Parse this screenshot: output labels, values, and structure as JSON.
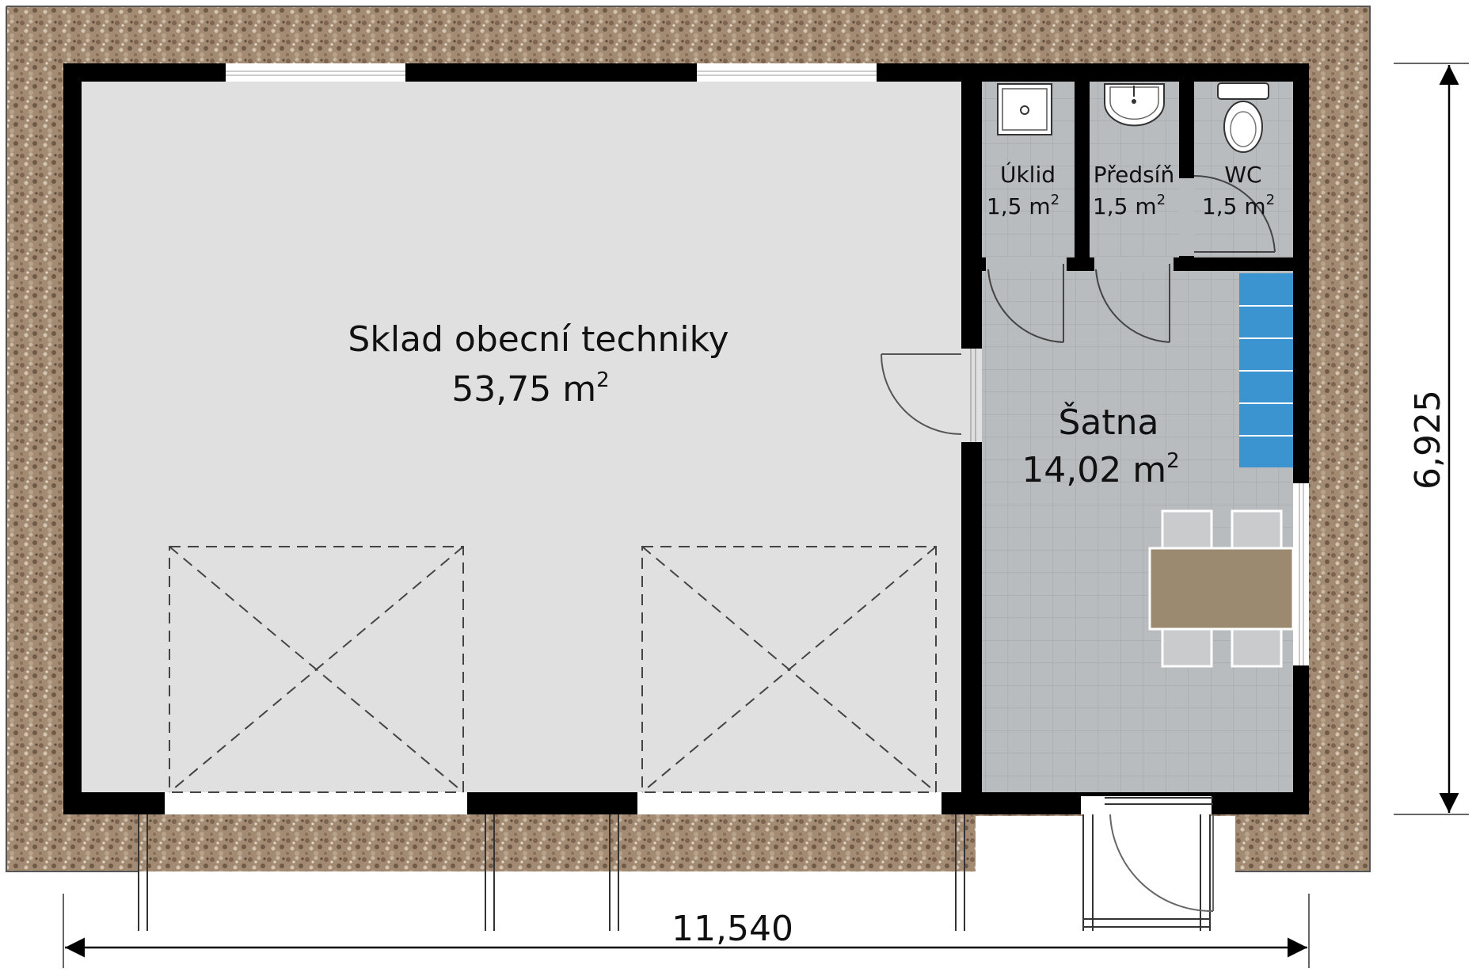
{
  "rooms": [
    {
      "id": "sklad",
      "name": "Sklad obecní techniky",
      "area_value": "53,75 m",
      "area_exp": "2"
    },
    {
      "id": "satna",
      "name": "Šatna",
      "area_value": "14,02 m",
      "area_exp": "2"
    },
    {
      "id": "uklid",
      "name": "Úklid",
      "area_value": "1,5 m",
      "area_exp": "2"
    },
    {
      "id": "predsin",
      "name": "Předsíň",
      "area_value": "1,5 m",
      "area_exp": "2"
    },
    {
      "id": "wc",
      "name": "WC",
      "area_value": "1,5 m",
      "area_exp": "2"
    }
  ],
  "dimensions": {
    "width": "11,540",
    "height": "6,925"
  },
  "colors": {
    "wall": "#000000",
    "main_floor": "#e0e0e0",
    "tile_floor": "#b8bcbe",
    "tile_line": "#a4a8aa",
    "gravel_border": "#9a7f68",
    "stairs": "#3b94cf",
    "table": "#9b8a70",
    "chair": "#c9cbcd"
  },
  "icons": [
    "sink-icon",
    "washbasin-icon",
    "toilet-icon",
    "door-swing-icon",
    "window-icon",
    "garage-door-icon",
    "stairs-icon",
    "table-icon",
    "chair-icon"
  ]
}
